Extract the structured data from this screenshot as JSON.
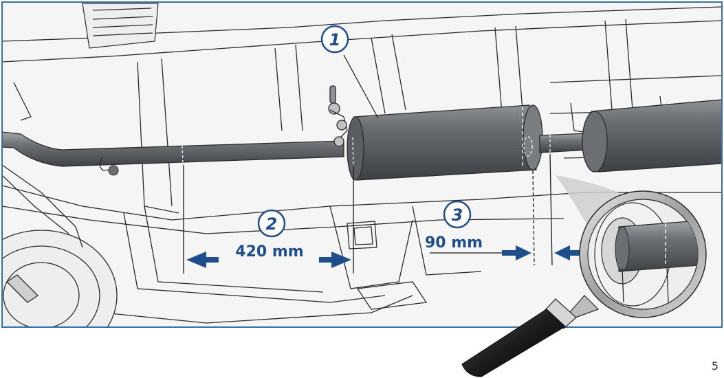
{
  "callouts": [
    {
      "id": "1",
      "text": "1"
    },
    {
      "id": "2",
      "text": "2"
    },
    {
      "id": "3",
      "text": "3"
    }
  ],
  "dimensions": {
    "d1_label": "420 mm",
    "d2_label": "90 mm"
  },
  "page_number": "5",
  "colors": {
    "accent": "#1f4e8c",
    "frame": "#3a6ea8",
    "line": "#2a2a2a",
    "pipe_dark": "#4a4d52",
    "pipe_mid": "#6b6e73",
    "pipe_light": "#9a9da2"
  }
}
